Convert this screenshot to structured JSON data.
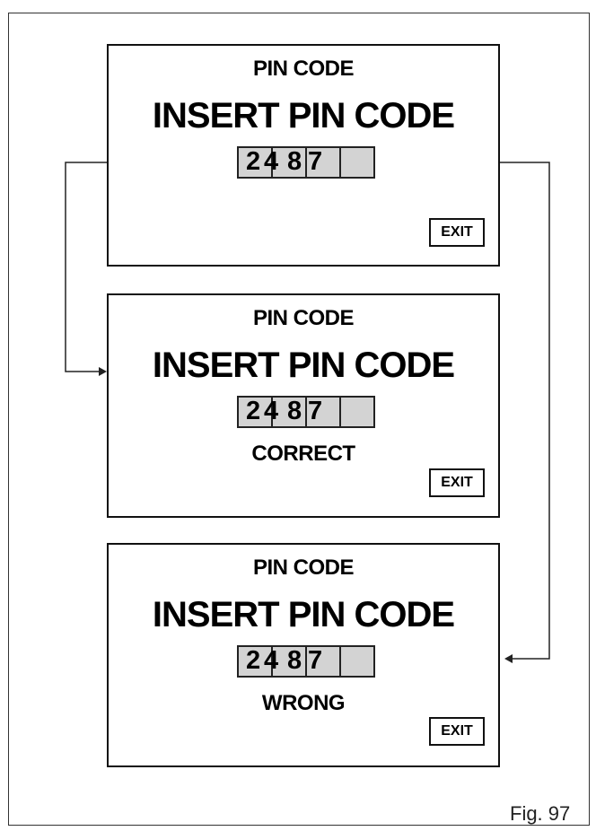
{
  "figure": {
    "label": "Fig. 97"
  },
  "screens": [
    {
      "title": "PIN CODE",
      "heading": "INSERT PIN CODE",
      "digits": [
        "2",
        "4",
        "8",
        "7"
      ],
      "status": "",
      "exit_label": "EXIT"
    },
    {
      "title": "PIN CODE",
      "heading": "INSERT PIN CODE",
      "digits": [
        "2",
        "4",
        "8",
        "7"
      ],
      "status": "CORRECT",
      "exit_label": "EXIT"
    },
    {
      "title": "PIN CODE",
      "heading": "INSERT PIN CODE",
      "digits": [
        "2",
        "4",
        "8",
        "7"
      ],
      "status": "WRONG",
      "exit_label": "EXIT"
    }
  ],
  "colors": {
    "pin_box": "#d3d3d3",
    "border": "#111111"
  }
}
